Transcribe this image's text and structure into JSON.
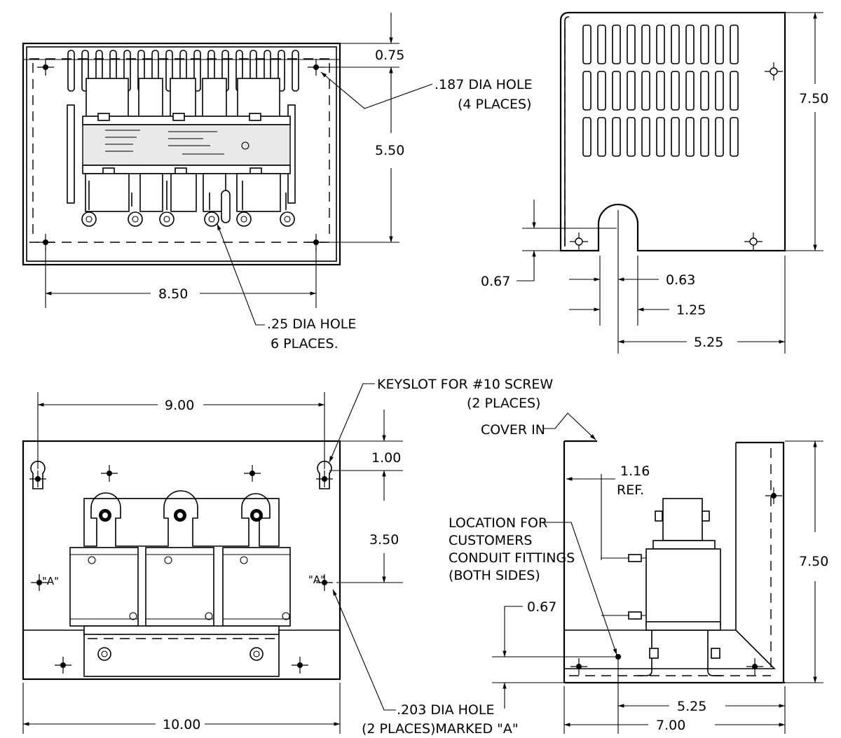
{
  "top_left_view": {
    "dim_top": "0.75",
    "dim_height": "5.50",
    "dim_width": "8.50",
    "note_mount_hole": [
      ".187 DIA HOLE",
      "(4 PLACES)"
    ],
    "note_terminal_hole": [
      ".25 DIA HOLE",
      "6 PLACES."
    ]
  },
  "top_right_view": {
    "dim_height": "7.50",
    "dim_offset": "0.67",
    "dim_slot": "0.63",
    "dim_slot_outer": "1.25",
    "dim_depth": "5.25"
  },
  "bottom_left_view": {
    "dim_width_holes": "9.00",
    "dim_top": "1.00",
    "dim_spacing": "3.50",
    "dim_width_total": "10.00",
    "marker_a_left": "\"A\"",
    "marker_a_right": "\"A\"",
    "note_keyslot": [
      "KEYSLOT FOR #10 SCREW",
      "(2 PLACES)"
    ],
    "note_hole": [
      ".203 DIA HOLE",
      "(2 PLACES)MARKED \"A\""
    ]
  },
  "bottom_right_view": {
    "label_cover": "COVER IN",
    "dim_ref": [
      "1.16",
      "REF."
    ],
    "note_conduit": [
      "LOCATION FOR",
      "CUSTOMERS",
      "CONDUIT FITTINGS",
      "(BOTH SIDES)"
    ],
    "dim_offset": "0.67",
    "dim_height": "7.50",
    "dim_depth": "5.25",
    "dim_width": "7.00"
  }
}
